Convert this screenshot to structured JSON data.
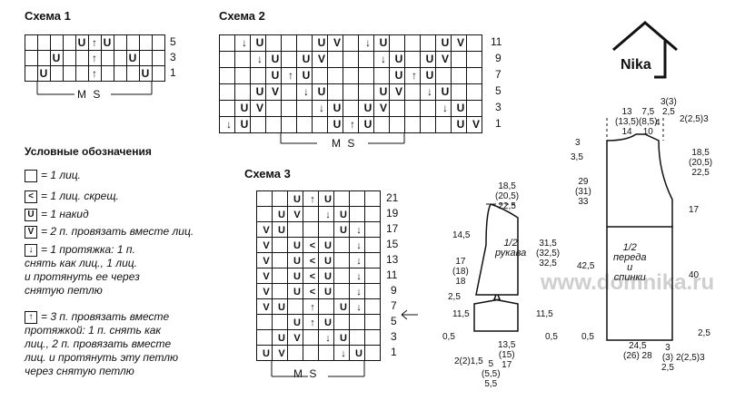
{
  "schema1": {
    "title": "Схема 1",
    "rows": [
      "5",
      "3",
      "1"
    ],
    "ms": "M S"
  },
  "schema2": {
    "title": "Схема 2",
    "rows": [
      "11",
      "9",
      "7",
      "5",
      "3",
      "1"
    ],
    "ms": "M S"
  },
  "schema3": {
    "title": "Схема 3",
    "rows": [
      "21",
      "19",
      "17",
      "15",
      "13",
      "11",
      "9",
      "7",
      "5",
      "3",
      "1"
    ],
    "ms": "M S"
  },
  "legend": {
    "title": "Условные обозначения",
    "items": [
      {
        "sym": "",
        "text": "= 1 лиц."
      },
      {
        "sym": "<",
        "text": "= 1 лиц. скрещ."
      },
      {
        "sym": "U",
        "text": "= 1 накид"
      },
      {
        "sym": "V",
        "text": "= 2 п. провязать вместе лиц."
      },
      {
        "sym": "↓",
        "text": "= 1 протяжка: 1 п.\nснять как лиц., 1 лиц.\nи протянуть ее через\nснятую петлю"
      },
      {
        "sym": "↑",
        "text": "= 3 п. провязать вместе\nпротяжкой: 1 п. снять как\nлиц., 2 п. провязать вместе\nлиц. и протянуть эту петлю\nчерез снятую петлю"
      }
    ]
  },
  "logo": {
    "text": "Nika"
  },
  "watermark": "www.domnika.ru",
  "sleeve": {
    "label": "1/2\nрукава",
    "dims": [
      "18,5\n(20,5)\n22,5",
      "14,5",
      "31,5\n(32,5)\n32,5",
      "17\n(18)\n18",
      "2,5",
      "11,5",
      "11,5",
      "0,5",
      "0,5",
      "13,5\n(15)\n17",
      "2(2)1,5",
      "5\n(5,5)\n5,5"
    ]
  },
  "body": {
    "label": "1/2\nпереда\nи\nспинки",
    "dims": [
      "13\n(13,5)\n14",
      "7,5\n(8,5)\n10",
      "3(3)\n2,5",
      "4",
      "2(2,5)3",
      "3",
      "3,5",
      "29\n(31)\n33",
      "18,5\n(20,5)\n22,5",
      "17",
      "42,5",
      "40",
      "2,5",
      "24,5\n(26) 28",
      "3\n(3)\n2,5",
      "2(2,5)3",
      "0,5"
    ]
  }
}
